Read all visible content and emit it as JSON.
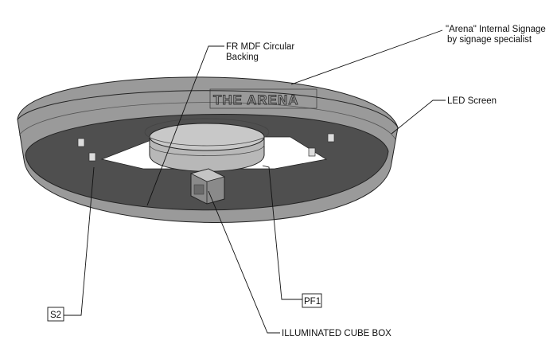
{
  "labels": {
    "arena_signage_line1": "\"Arena\" Internal Signage",
    "arena_signage_line2": "by signage specialist",
    "mdf_backing_line1": "FR MDF Circular",
    "mdf_backing_line2": "Backing",
    "led_screen": "LED Screen",
    "s2_tag": "S2",
    "pf1_tag": "PF1",
    "cube_box": "ILLUMINATED CUBE BOX"
  },
  "sign_text": "THE ARENA",
  "colors": {
    "ring_outer": "#9a9a9a",
    "ring_inner": "#4f4f4f",
    "ceiling_void": "#ffffff",
    "drum": "#b8b8b8",
    "cube": "#8a8a8a",
    "line": "#111111"
  }
}
